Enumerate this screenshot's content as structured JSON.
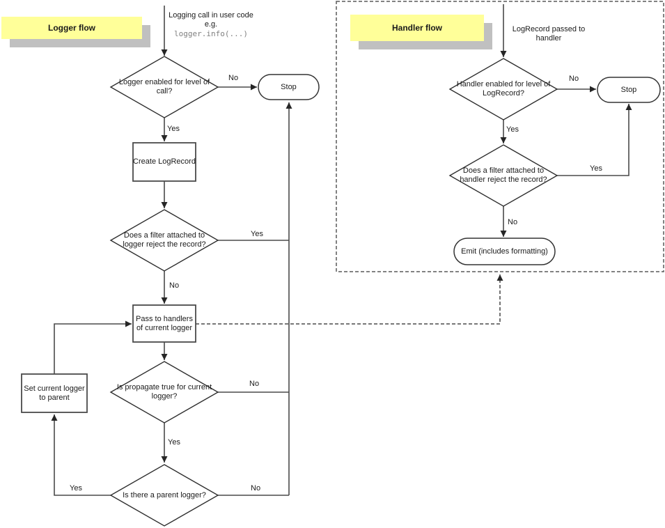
{
  "labels": {
    "yes": "Yes",
    "no": "No"
  },
  "colors": {
    "note_fill": "#ffff99",
    "note_shadow": "#c0c0c0"
  },
  "logger": {
    "title": "Logger flow",
    "entry_text": "Logging call in user code",
    "entry_eg": "e.g.",
    "entry_code": "logger.info(...)",
    "decision_enabled": "Logger enabled for level of call?",
    "stop": "Stop",
    "create_box": "Create LogRecord",
    "decision_filter": "Does a filter attached to logger reject the record?",
    "pass_box": "Pass to handlers of current logger",
    "decision_propagate": "Is propagate true for current logger?",
    "decision_parent": "Is there a parent logger?",
    "set_parent_box": "Set current logger to parent"
  },
  "handler": {
    "title": "Handler flow",
    "entry_text": "LogRecord passed to handler",
    "decision_enabled": "Handler enabled for level of LogRecord?",
    "stop": "Stop",
    "decision_filter": "Does a filter attached to handler reject the record?",
    "emit": "Emit (includes formatting)"
  }
}
